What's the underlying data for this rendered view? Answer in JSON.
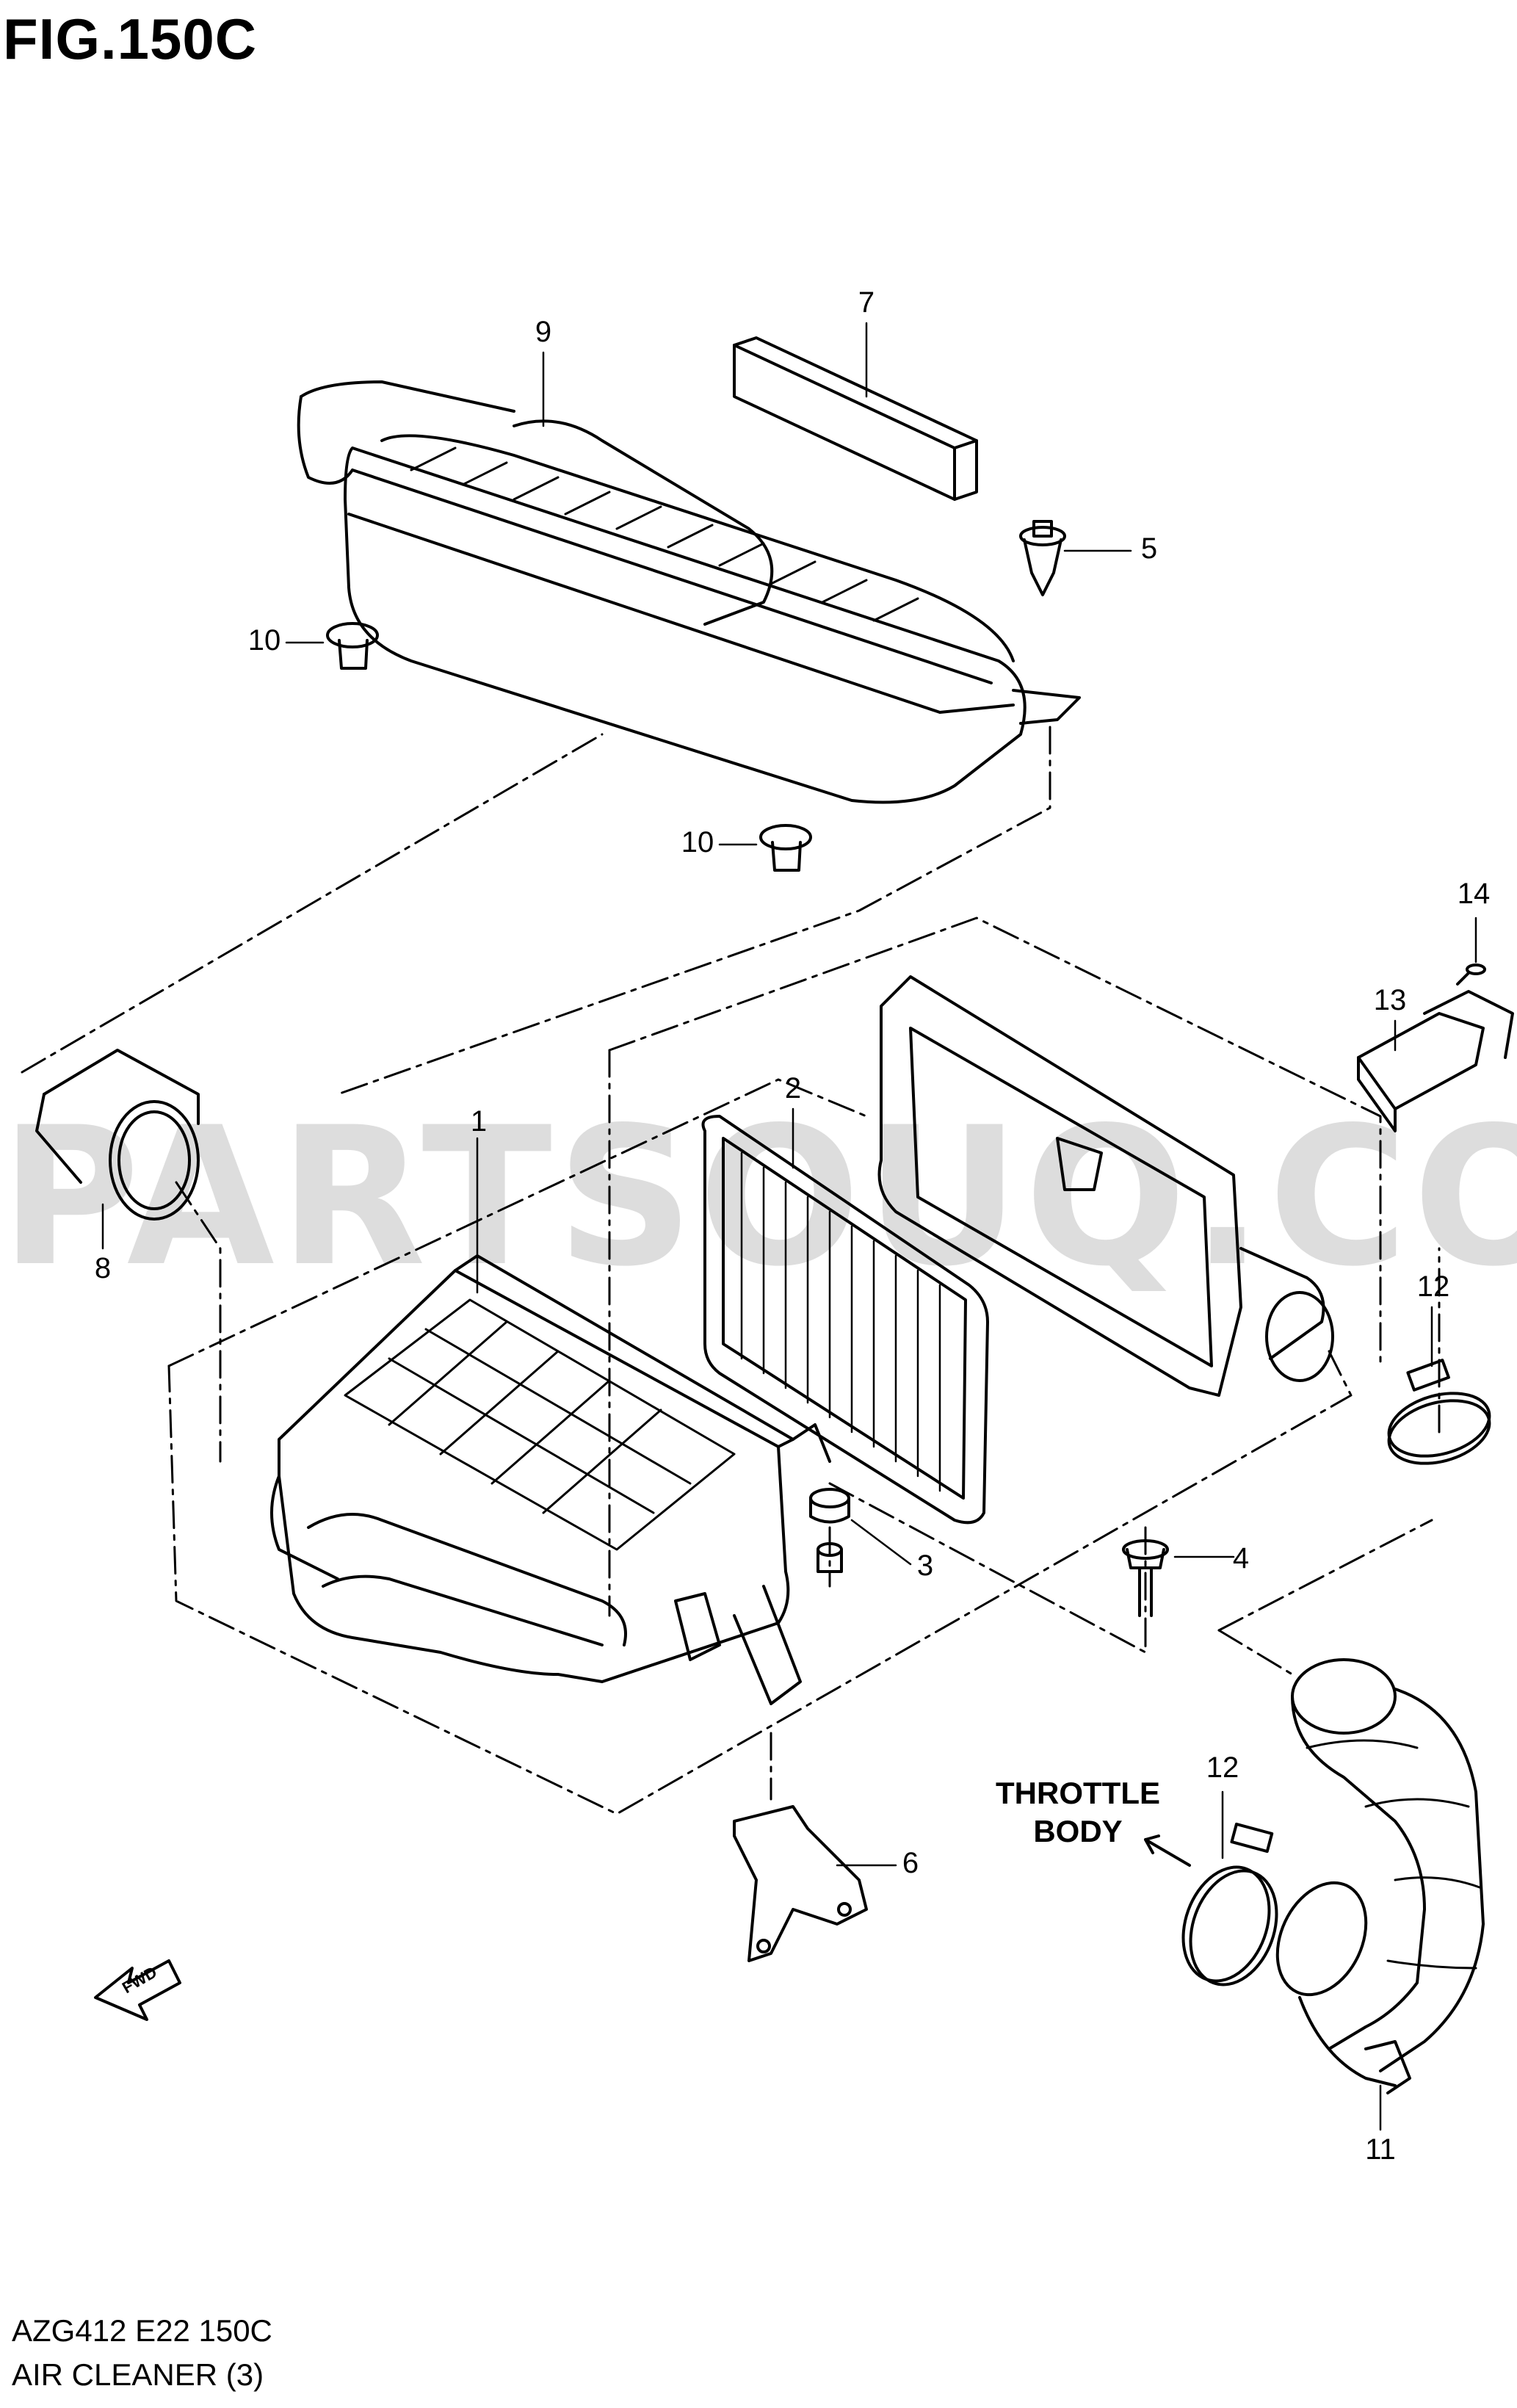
{
  "figure": {
    "title": "FIG.150C",
    "code": "AZG412 E22 150C",
    "name": "AIR CLEANER (3)",
    "watermark": "PARTSOUQ.COM",
    "fwd_label": "FWD"
  },
  "callouts": [
    {
      "id": "callout-1",
      "label": "1"
    },
    {
      "id": "callout-2",
      "label": "2"
    },
    {
      "id": "callout-3",
      "label": "3"
    },
    {
      "id": "callout-4",
      "label": "4"
    },
    {
      "id": "callout-5",
      "label": "5"
    },
    {
      "id": "callout-6",
      "label": "6"
    },
    {
      "id": "callout-7",
      "label": "7"
    },
    {
      "id": "callout-8",
      "label": "8"
    },
    {
      "id": "callout-9",
      "label": "9"
    },
    {
      "id": "callout-10a",
      "label": "10"
    },
    {
      "id": "callout-10b",
      "label": "10"
    },
    {
      "id": "callout-11",
      "label": "11"
    },
    {
      "id": "callout-12a",
      "label": "12"
    },
    {
      "id": "callout-12b",
      "label": "12"
    },
    {
      "id": "callout-13",
      "label": "13"
    },
    {
      "id": "callout-14",
      "label": "14"
    }
  ],
  "throttle_body": {
    "line1": "THROTTLE",
    "line2": "BODY"
  }
}
